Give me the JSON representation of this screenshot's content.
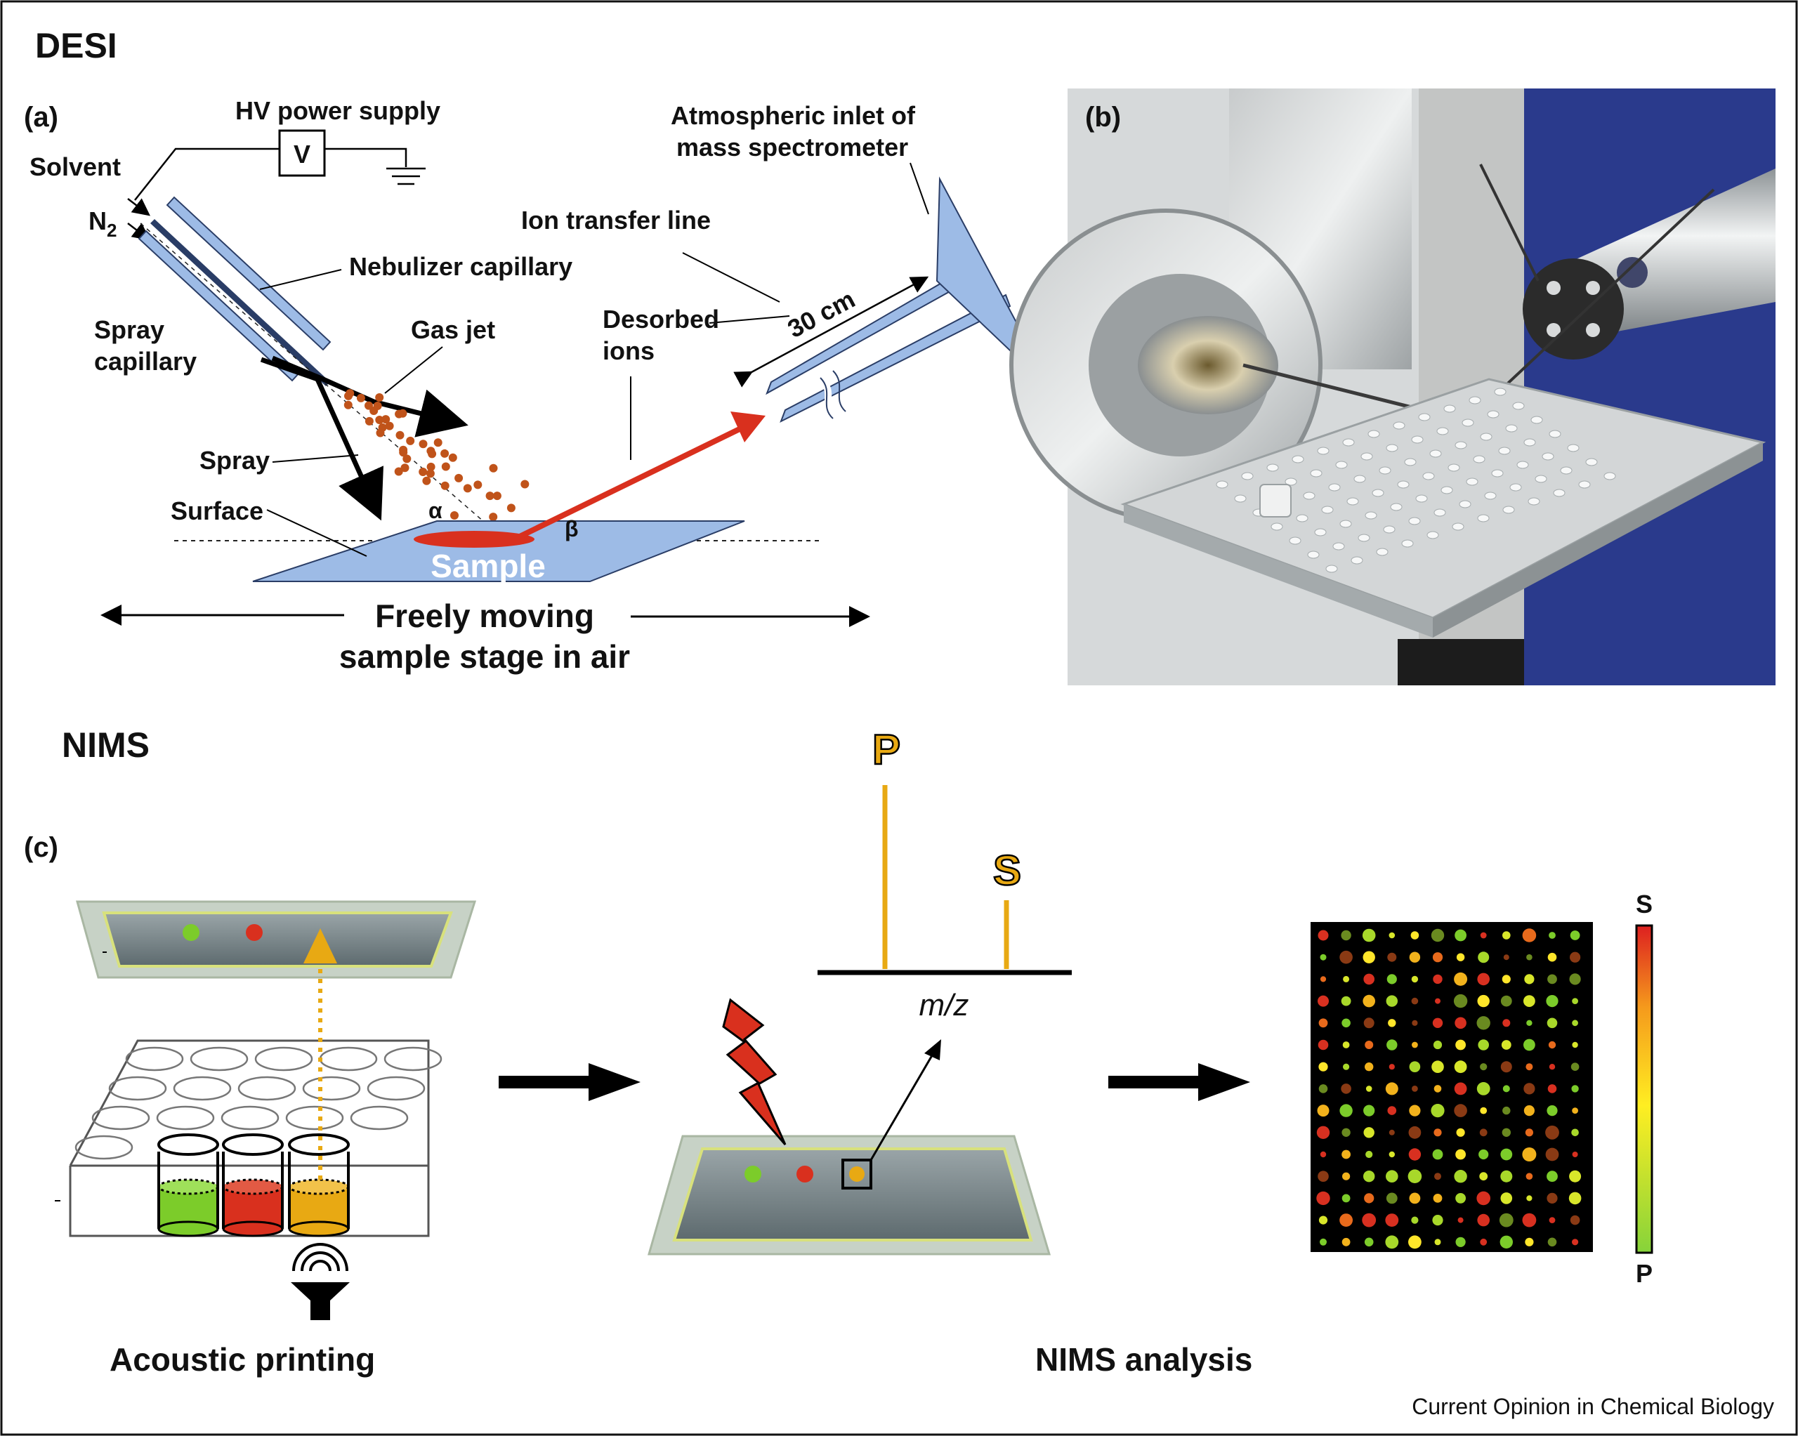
{
  "desi": {
    "heading": "DESI",
    "panel_a": "(a)",
    "panel_b": "(b)",
    "labels": {
      "hv": "HV power supply",
      "v": "V",
      "solvent": "Solvent",
      "n2": "N",
      "n2_sub": "2",
      "atmos1": "Atmospheric inlet of",
      "atmos2": "mass spectrometer",
      "ion_transfer": "Ion transfer line",
      "nebulizer": "Nebulizer capillary",
      "spray_cap1": "Spray",
      "spray_cap2": "capillary",
      "gas_jet": "Gas jet",
      "desorbed1": "Desorbed",
      "desorbed2": "ions",
      "distance": "30 cm",
      "spray": "Spray",
      "surface": "Surface",
      "alpha": "α",
      "beta": "β",
      "sample": "Sample",
      "stage1": "Freely moving",
      "stage2": "sample stage in air"
    }
  },
  "nims": {
    "heading": "NIMS",
    "panel_c": "(c)",
    "peak_p": "P",
    "peak_s": "S",
    "axis": "m/z",
    "scale_top": "S",
    "scale_bottom": "P",
    "acoustic": "Acoustic printing",
    "analysis": "NIMS analysis"
  },
  "credit": "Current Opinion in Chemical Biology",
  "colors": {
    "capillary": "#9dbbe6",
    "red": "#d9301e",
    "spray_dot": "#c0531a",
    "gold": "#e8a913",
    "green": "#7ccc2a"
  }
}
